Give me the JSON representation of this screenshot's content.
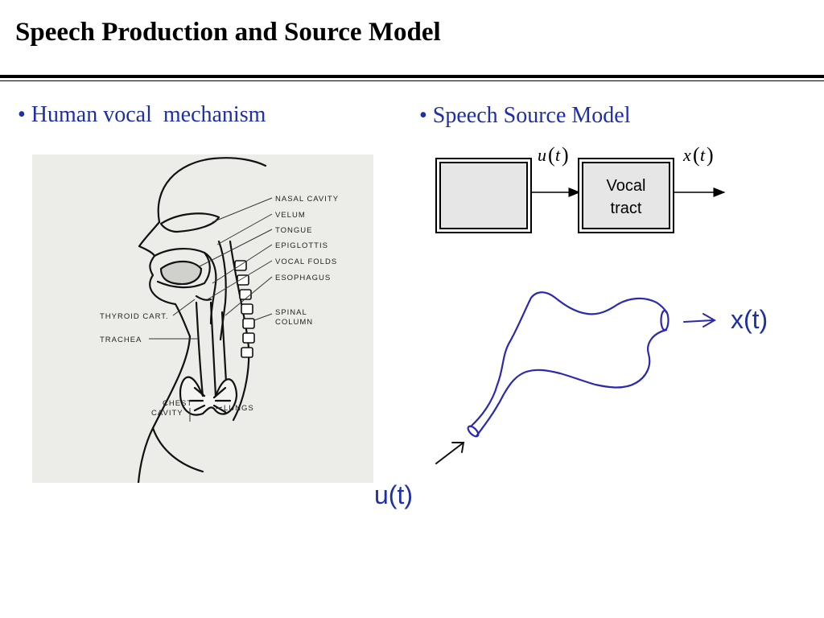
{
  "title": "Speech Production and Source Model",
  "bullets": {
    "left": "• Human vocal  mechanism",
    "right": "• Speech Source Model"
  },
  "anatomy": {
    "labels": {
      "nasal_cavity": "NASAL CAVITY",
      "velum": "VELUM",
      "tongue": "TONGUE",
      "epiglottis": "EPIGLOTTIS",
      "vocal_folds": "VOCAL FOLDS",
      "esophagus": "ESOPHAGUS",
      "spinal_1": "SPINAL",
      "spinal_2": "COLUMN",
      "thyroid": "THYROID CART.",
      "trachea": "TRACHEA",
      "chest_1": "CHEST",
      "chest_2": "CAVITY",
      "lungs": "LUNGS"
    }
  },
  "source_model": {
    "input_var": "u",
    "input_arg": "t",
    "output_var": "x",
    "output_arg": "t",
    "box_line1": "Vocal",
    "box_line2": "tract",
    "colors": {
      "box_fill": "#e6e6e6",
      "stroke": "#000000"
    }
  },
  "tube": {
    "output_label": "x(t)",
    "input_label": "u(t)",
    "colors": {
      "tube": "#2a2ab0",
      "arrow": "#2a2ab0"
    }
  }
}
